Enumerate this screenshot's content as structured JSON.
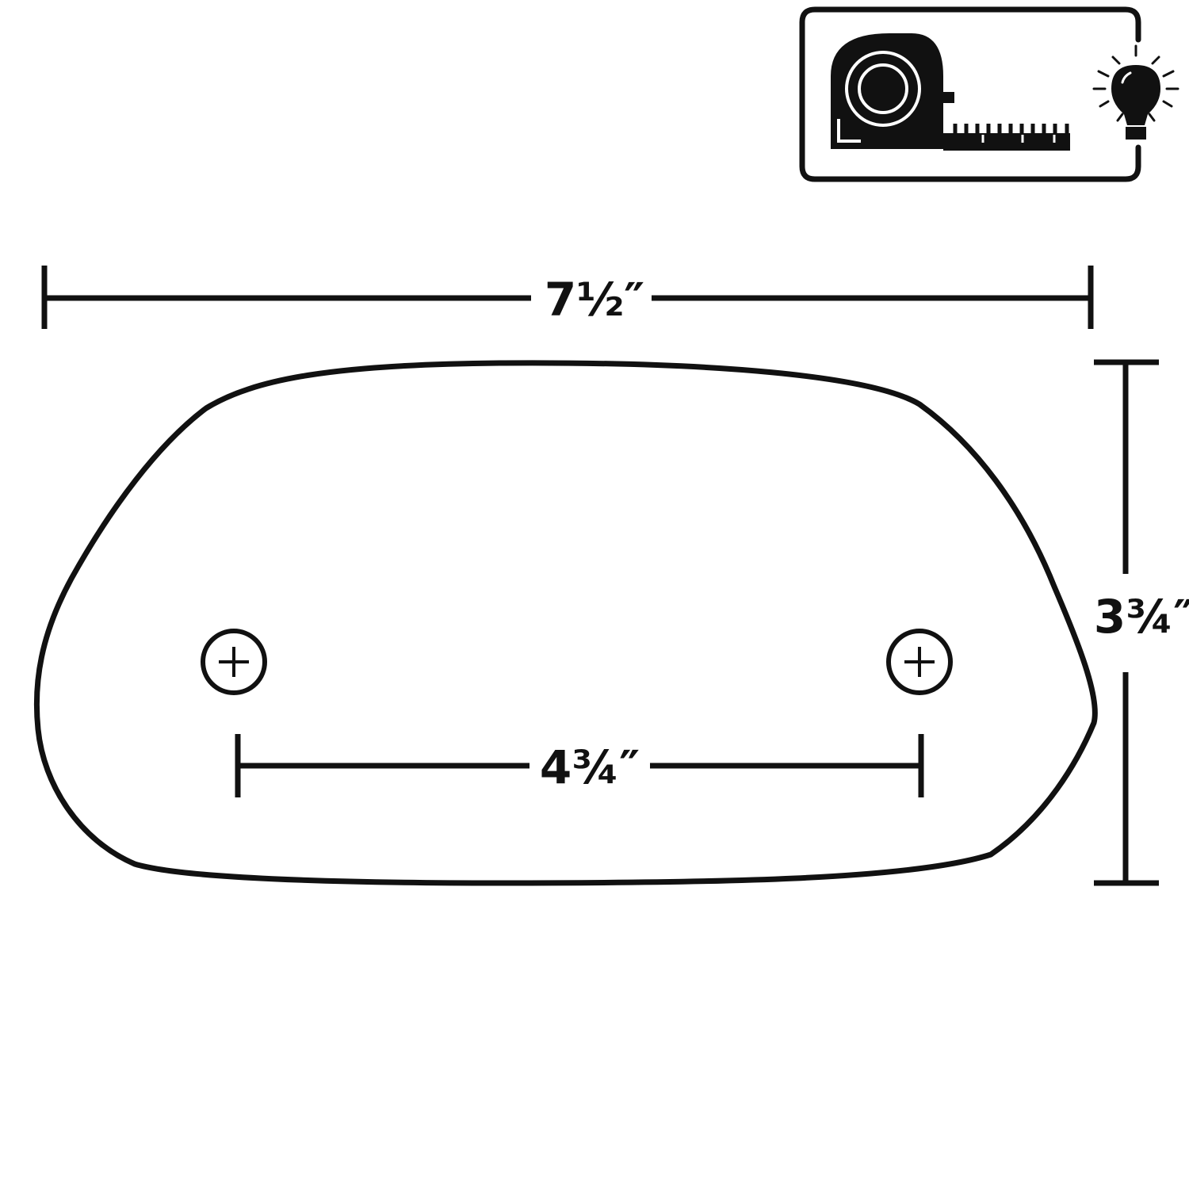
{
  "dimensions": {
    "overall_width": "7½″",
    "overall_height": "3¾″",
    "hole_spacing": "4¾″"
  },
  "badge": {
    "icons": [
      "tape-measure-icon",
      "lightbulb-icon"
    ]
  },
  "colors": {
    "ink": "#111111",
    "background": "#ffffff"
  }
}
